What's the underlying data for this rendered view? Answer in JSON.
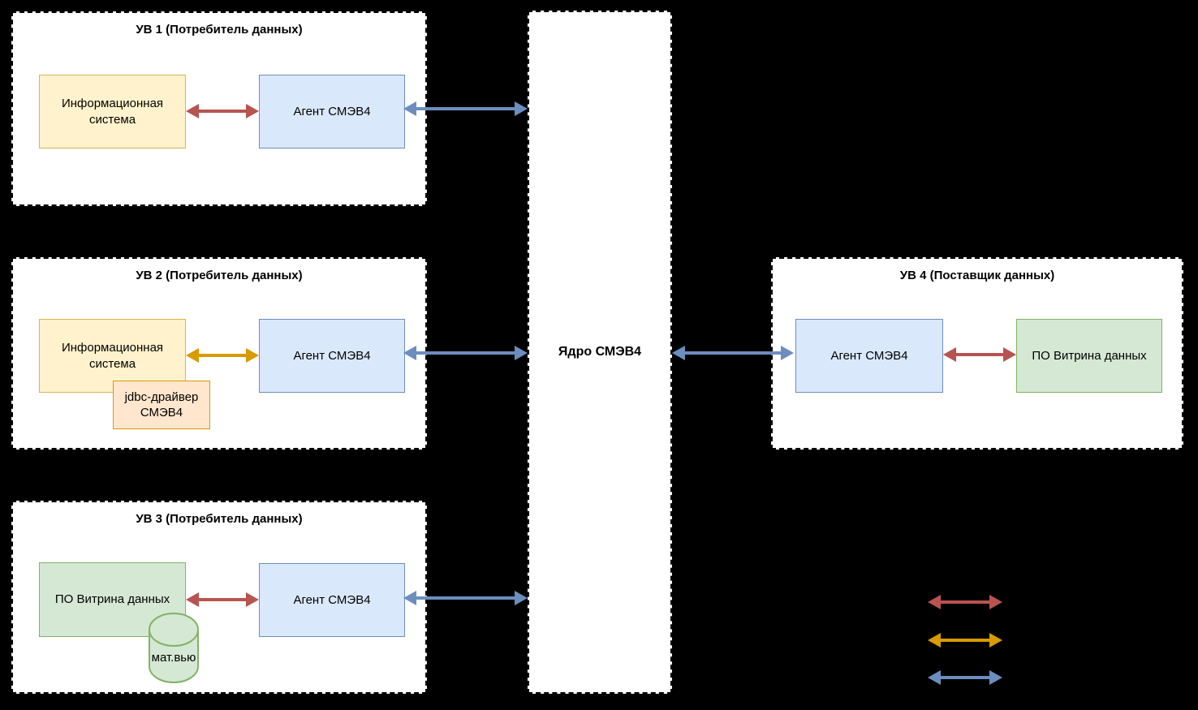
{
  "colors": {
    "background": "#000000",
    "container_fill": "#FFFFFF",
    "container_border": "#000000",
    "text": "#000000",
    "yellow_fill": "#FFF2CC",
    "yellow_stroke": "#D6B656",
    "orange_fill": "#FFE6CC",
    "orange_stroke": "#D79B00",
    "blue_fill": "#DAE8FC",
    "blue_stroke": "#6C8EBF",
    "green_fill": "#D5E8D4",
    "green_stroke": "#82B366",
    "arrow_red": "#B85450",
    "arrow_amber": "#D79B00",
    "arrow_blue": "#6C8EBF"
  },
  "diagram": {
    "core": {
      "label": "Ядро СМЭВ4"
    },
    "uv1": {
      "title": "УВ 1 (Потребитель данных)",
      "info_system": "Информационная система",
      "agent": "Агент СМЭВ4"
    },
    "uv2": {
      "title": "УВ 2 (Потребитель данных)",
      "info_system": "Информационная система",
      "jdbc_driver": "jdbc-драйвер СМЭВ4",
      "agent": "Агент СМЭВ4"
    },
    "uv3": {
      "title": "УВ 3 (Потребитель данных)",
      "data_mart": "ПО Витрина данных",
      "mat_view": "мат.вью",
      "agent": "Агент СМЭВ4"
    },
    "uv4": {
      "title": "УВ 4 (Поставщик данных)",
      "agent": "Агент СМЭВ4",
      "data_mart": "ПО Витрина данных"
    },
    "legend": {
      "arrow_colors": [
        "red",
        "amber",
        "blue"
      ]
    }
  }
}
